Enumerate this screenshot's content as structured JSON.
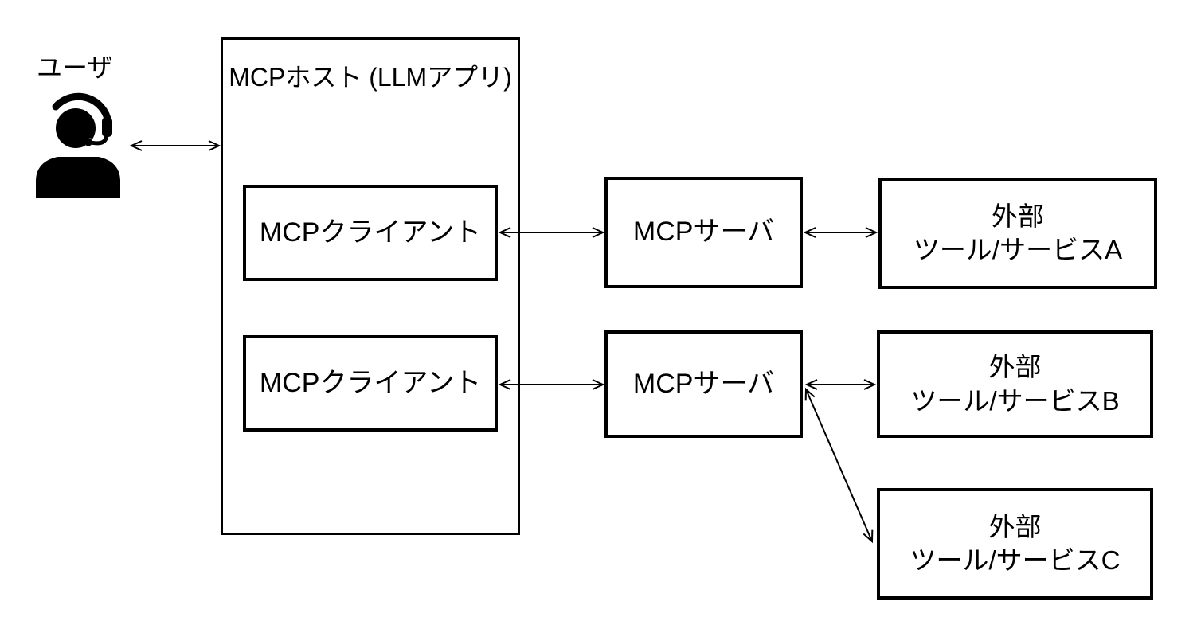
{
  "diagram": {
    "nodes": {
      "user": {
        "label": "ユーザ",
        "icon": "headset-user-icon"
      },
      "host": {
        "line1": "MCPホスト",
        "line2": "(LLMアプリ)"
      },
      "client1": {
        "label": "MCPクライアント"
      },
      "client2": {
        "label": "MCPクライアント"
      },
      "server1": {
        "label": "MCPサーバ"
      },
      "server2": {
        "label": "MCPサーバ"
      },
      "external_a": {
        "line1": "外部",
        "line2": "ツール/サービスA"
      },
      "external_b": {
        "line1": "外部",
        "line2": "ツール/サービスB"
      },
      "external_c": {
        "line1": "外部",
        "line2": "ツール/サービスC"
      }
    },
    "edges": [
      {
        "from": "user",
        "to": "host",
        "type": "bidirectional"
      },
      {
        "from": "client1",
        "to": "server1",
        "type": "bidirectional"
      },
      {
        "from": "server1",
        "to": "external_a",
        "type": "bidirectional"
      },
      {
        "from": "client2",
        "to": "server2",
        "type": "bidirectional"
      },
      {
        "from": "server2",
        "to": "external_b",
        "type": "bidirectional"
      },
      {
        "from": "server2",
        "to": "external_c",
        "type": "bidirectional"
      }
    ],
    "colors": {
      "stroke": "#000000",
      "background": "#ffffff",
      "text": "#000000"
    }
  }
}
